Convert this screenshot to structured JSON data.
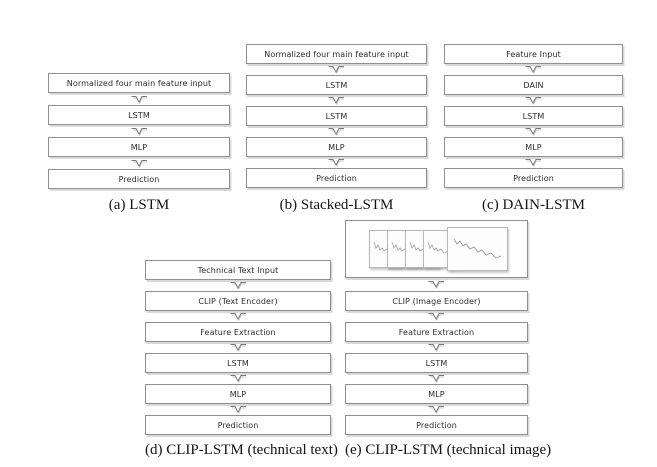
{
  "figure": {
    "type": "flowchart-comparison",
    "background_color": "#ffffff",
    "box_border_color": "#8f8f8f",
    "box_shadow_color": "#d9d9d9",
    "arrow_color": "#787878",
    "caption_color": "#141414"
  },
  "diagrams": [
    {
      "id": "a",
      "caption": "(a) LSTM",
      "boxes": [
        "Normalized four main feature input",
        "LSTM",
        "MLP",
        "Prediction"
      ]
    },
    {
      "id": "b",
      "caption": "(b) Stacked-LSTM",
      "boxes": [
        "Normalized four main feature input",
        "LSTM",
        "LSTM",
        "MLP",
        "Prediction"
      ]
    },
    {
      "id": "c",
      "caption": "(c) DAIN-LSTM",
      "boxes": [
        "Feature Input",
        "DAIN",
        "LSTM",
        "MLP",
        "Prediction"
      ]
    },
    {
      "id": "d",
      "caption": "(d) CLIP-LSTM (technical text)",
      "boxes": [
        "Technical Text Input",
        "CLIP (Text Encoder)",
        "Feature Extraction",
        "LSTM",
        "MLP",
        "Prediction"
      ]
    },
    {
      "id": "e",
      "caption": "(e) CLIP-LSTM (technical image)",
      "image_box": {
        "icon": "chart-thumbnails-stack",
        "thumbnail_count": 5
      },
      "boxes": [
        "CLIP (Image Encoder)",
        "Feature Extraction",
        "LSTM",
        "MLP",
        "Prediction"
      ]
    }
  ]
}
